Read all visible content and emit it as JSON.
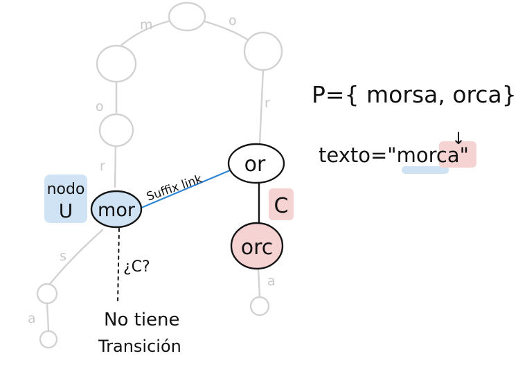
{
  "palette": {
    "faint": "#d2d2d2",
    "ink": "#141414",
    "blue_highlight": "#cfe3f5",
    "pink_highlight": "#f6d3d3",
    "suffix_link": "#2f86d6"
  },
  "trie_edge_labels": {
    "m": "m",
    "o_right": "o",
    "o_left": "o",
    "r_right": "r",
    "r_left": "r",
    "s": "s",
    "a_right": "a",
    "a_left": "a"
  },
  "nodes": {
    "mor": "mor",
    "or": "or",
    "orc": "orc"
  },
  "annotations": {
    "nodo": "nodo",
    "u": "U",
    "suffix_link": "Suffix link",
    "c": "C",
    "question": "¿C?",
    "no_tiene": "No tiene",
    "transicion": "Transición"
  },
  "pattern_set": "P={ morsa, orca}",
  "text": {
    "prefix": "texto=\"",
    "plain": "m",
    "blue_part": "or",
    "pink_part": "ca",
    "suffix": "\"",
    "arrow": "↓"
  }
}
